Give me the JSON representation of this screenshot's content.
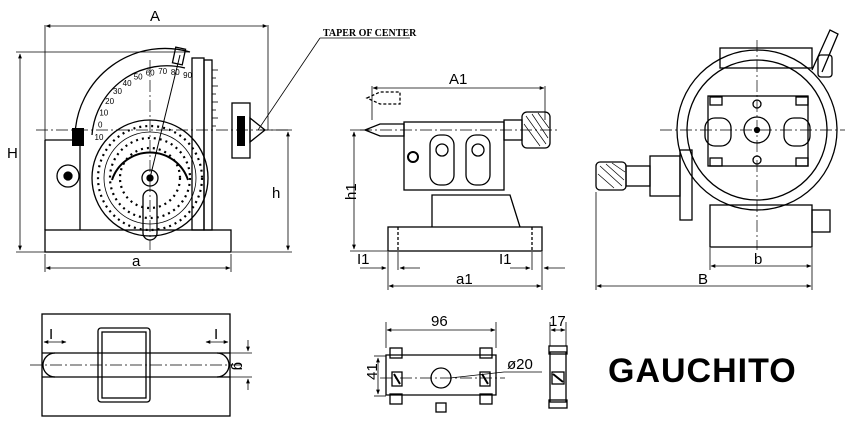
{
  "labels": {
    "dim_A": "A",
    "dim_H": "H",
    "dim_h": "h",
    "dim_a": "a",
    "taper_note": "TAPER OF CENTER",
    "dim_A1": "A1",
    "dim_h1": "h1",
    "dim_I1_left": "I1",
    "dim_I1_right": "I1",
    "dim_a1": "a1",
    "dim_B": "B",
    "dim_b": "b",
    "dim_I_left": "I",
    "dim_I_right": "I",
    "dim_g": "g",
    "dim_96": "96",
    "dim_17": "17",
    "dim_41": "41",
    "dim_d20": "ø20",
    "scale_numbers": [
      "90",
      "80",
      "70",
      "60",
      "50",
      "40",
      "30",
      "20",
      "10",
      "0",
      "10"
    ]
  },
  "brand": "GAUCHITO"
}
